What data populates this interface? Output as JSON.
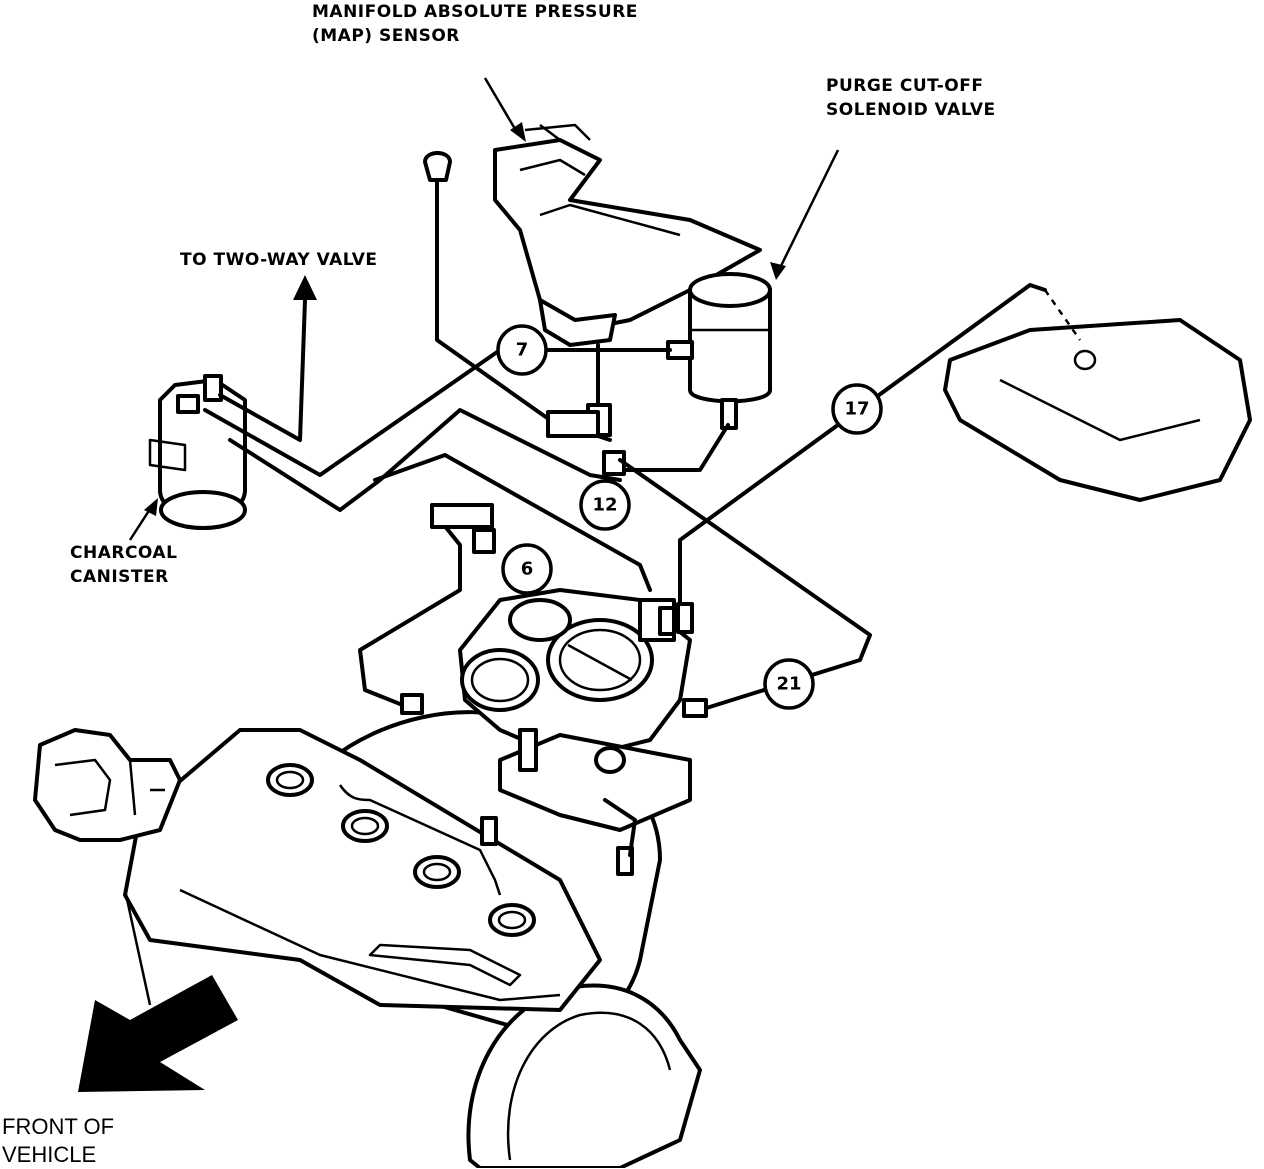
{
  "labels": {
    "map_sensor": [
      "MANIFOLD ABSOLUTE PRESSURE",
      "(MAP) SENSOR"
    ],
    "purge_valve": [
      "PURGE CUT-OFF",
      "SOLENOID VALVE"
    ],
    "two_way": "TO TWO-WAY VALVE",
    "canister": [
      "CHARCOAL",
      "CANISTER"
    ],
    "front": [
      "FRONT OF",
      "VEHICLE"
    ]
  },
  "hose_numbers": [
    "7",
    "12",
    "6",
    "17",
    "21"
  ],
  "colors": {
    "ink": "#000000",
    "paper": "#ffffff"
  }
}
